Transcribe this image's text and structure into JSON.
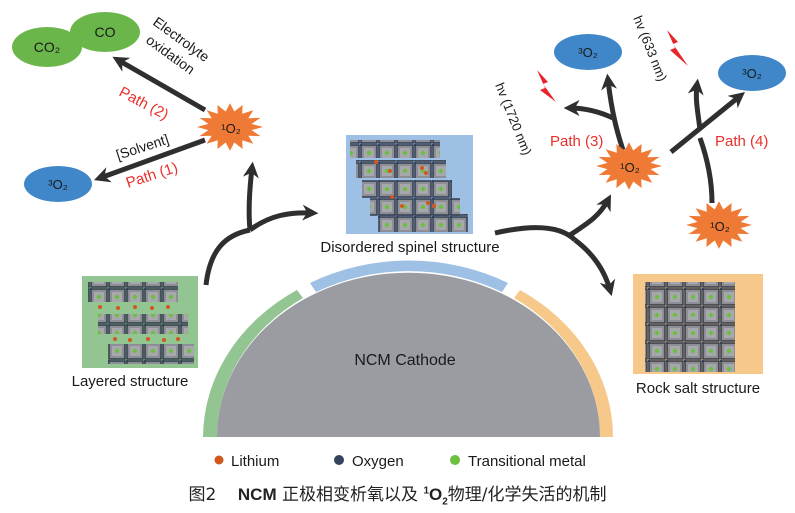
{
  "figure": {
    "center": {
      "label": "NCM Cathode"
    },
    "structures": {
      "layered": {
        "label": "Layered structure",
        "color": "#93c593"
      },
      "spinel": {
        "label": "Disordered spinel structure",
        "color": "#9dc0e4"
      },
      "rocksalt": {
        "label": "Rock salt structure",
        "color": "#f6c98a"
      }
    },
    "species": {
      "singlet": "¹O₂",
      "triplet": "³O₂",
      "co2": "CO₂",
      "co": "CO"
    },
    "paths": {
      "p1": "Path (1)",
      "p2": "Path (2)",
      "p3": "Path (3)",
      "p4": "Path (4)"
    },
    "annotations": {
      "electrolyte_line1": "Electrolyte",
      "electrolyte_line2": "oxidation",
      "solvent": "[Solvent]",
      "hv1720": "hv (1720 nm)",
      "hv633": "hv (633 nm)"
    },
    "legend": [
      {
        "label": "Lithium",
        "color": "#d2571f"
      },
      {
        "label": "Oxygen",
        "color": "#34435e"
      },
      {
        "label": "Transitional metal",
        "color": "#6cbf3f"
      }
    ],
    "colors": {
      "singlet_fill": "#ee7a35",
      "triplet_fill": "#3f87c8",
      "carbon_fill": "#6bb64a",
      "arrow": "#2f2f2f",
      "path_label": "#e8302a",
      "cathode": "#9b9ca1",
      "lightning": "#e8232a"
    }
  },
  "caption": {
    "prefix": "图2",
    "bold": "NCM",
    "text_a": "正极相变析氧以及 ",
    "species_sup": "1",
    "species_main": "O",
    "species_sub": "2",
    "text_b": "物理/化学失活的机制"
  }
}
